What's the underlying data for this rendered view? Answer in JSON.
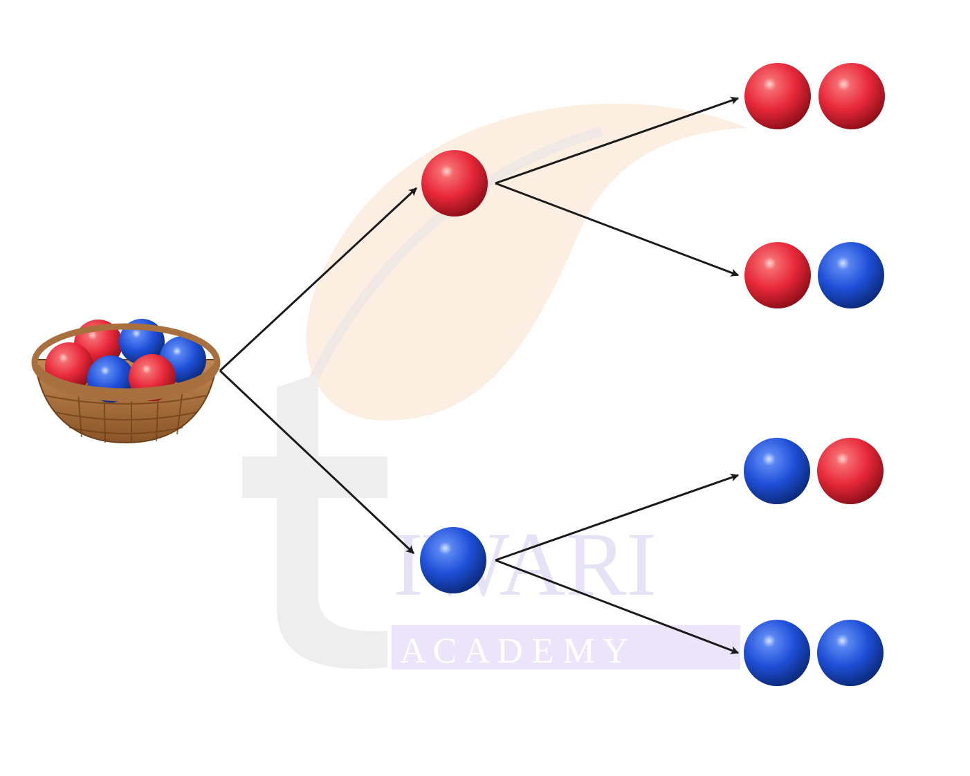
{
  "diagram": {
    "root": {
      "type": "basket",
      "contents": [
        "red",
        "blue",
        "red",
        "blue",
        "red",
        "blue"
      ]
    },
    "first_draw": [
      {
        "color": "red",
        "outcomes": [
          [
            "red",
            "red"
          ],
          [
            "red",
            "blue"
          ]
        ]
      },
      {
        "color": "blue",
        "outcomes": [
          [
            "blue",
            "red"
          ],
          [
            "blue",
            "blue"
          ]
        ]
      }
    ]
  },
  "colors": {
    "red_ball": "#e8283a",
    "blue_ball": "#1f4fd8",
    "arrow": "#1a1a1a",
    "basket": "#a8703f"
  },
  "watermark": {
    "title": "IWARI",
    "subtitle": "A C A D E M Y"
  }
}
